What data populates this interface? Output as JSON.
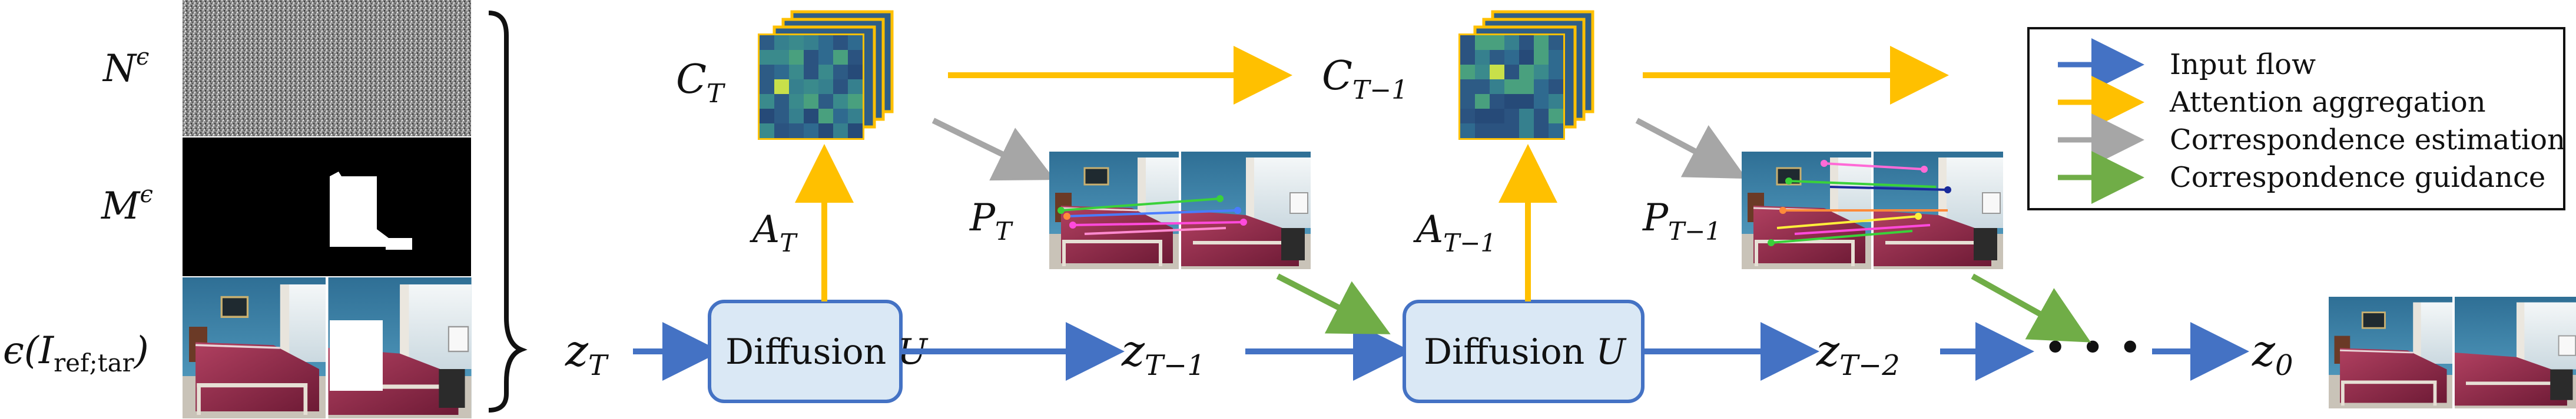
{
  "inputs": {
    "noise": {
      "sym": "N",
      "sup": "ϵ"
    },
    "mask": {
      "sym": "M",
      "sup": "ϵ"
    },
    "image": {
      "sym": "ϵ(I",
      "sub": "ref;tar",
      "close": ")"
    }
  },
  "latents": {
    "zT": {
      "sym": "z",
      "sub": "T"
    },
    "zT1": {
      "sym": "z",
      "sub": "T−1"
    },
    "zT2": {
      "sym": "z",
      "sub": "T−2"
    },
    "z0": {
      "sym": "z",
      "sub": "0"
    }
  },
  "blocks": {
    "d1": {
      "text": "Diffusion ",
      "sym": "U"
    },
    "d2": {
      "text": "Diffusion ",
      "sym": "U"
    }
  },
  "attention": {
    "AT": {
      "sym": "A",
      "sub": "T"
    },
    "AT1": {
      "sym": "A",
      "sub": "T−1"
    }
  },
  "cost": {
    "CT": {
      "sym": "C",
      "sub": "T"
    },
    "CT1": {
      "sym": "C",
      "sub": "T−1"
    }
  },
  "corr": {
    "PT": {
      "sym": "P",
      "sub": "T"
    },
    "PT1": {
      "sym": "P",
      "sub": "T−1"
    }
  },
  "ellipsis": "• • •",
  "legend": [
    {
      "label": "Input flow",
      "color": "#4472C4"
    },
    {
      "label": "Attention aggregation",
      "color": "#FFC000"
    },
    {
      "label": "Correspondence estimation",
      "color": "#A6A6A6"
    },
    {
      "label": "Correspondence guidance",
      "color": "#70AD47"
    }
  ],
  "colors": {
    "input_flow": "#4472C4",
    "attention": "#FFC000",
    "estimation": "#A6A6A6",
    "guidance": "#70AD47",
    "block_fill": "#DAE8F5",
    "block_stroke": "#4472C4"
  }
}
